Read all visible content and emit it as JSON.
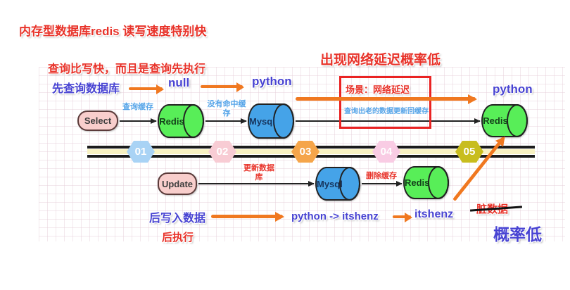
{
  "annotations": {
    "memory_db_title": "内存型数据库redis 读写速度特别快",
    "query_vs_write": "查询比写快，而且是查询先执行",
    "query_db_first": "先查询数据库",
    "null_result": "null",
    "python_value_top": "python",
    "network_delay_low": "出现网络延迟概率低",
    "python_value_right": "python",
    "write_data_after": "后写入数据",
    "python_to_itshenz": "python -> itshenz",
    "itshenz_value": "itshenz",
    "execute_after": "后执行",
    "dirty_data": "脏数据",
    "probability_low": "概率低"
  },
  "scenario_box": {
    "title": "场景：网络延迟",
    "description": "查询出老的数据更新回缓存"
  },
  "select_flow": {
    "select_node": "Select",
    "query_cache_label": "查询缓存",
    "redis_node": "Redis",
    "cache_miss_label": "没有命中缓存",
    "mysql_node": "Mysql",
    "redis_right_node": "Redis"
  },
  "update_flow": {
    "update_node": "Update",
    "update_db_label": "更新数据库",
    "mysql_node": "Mysql",
    "delete_cache_label": "删除缓存",
    "redis_node": "Redis"
  },
  "timeline": {
    "steps": [
      {
        "label": "01",
        "color": "#a9d3f5"
      },
      {
        "label": "02",
        "color": "#f8ccd4"
      },
      {
        "label": "03",
        "color": "#f5a54a"
      },
      {
        "label": "04",
        "color": "#f9cce4"
      },
      {
        "label": "05",
        "color": "#c8bd1e"
      }
    ]
  },
  "colors": {
    "red_text": "#e8332a",
    "blue_text": "#4843d2",
    "light_blue_label": "#55a4e8",
    "orange_arrow": "#f07820",
    "node_pink": "#f8cecc",
    "redis_green": "#58ee58",
    "mysql_blue": "#45a3e8"
  }
}
